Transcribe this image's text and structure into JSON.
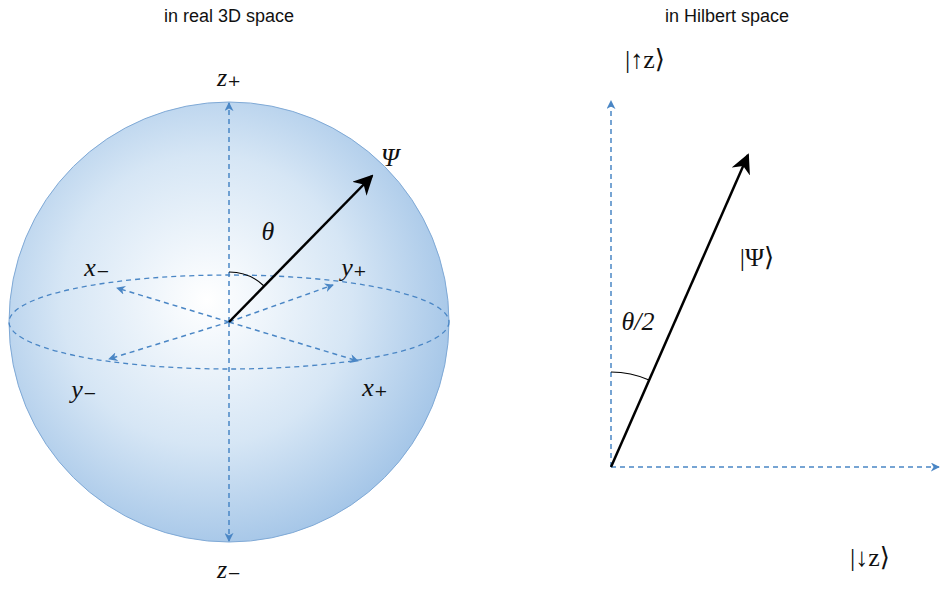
{
  "diagram": {
    "labels": [
      "in real 3D space",
      "in Hilbert space",
      "z₊",
      "z₋",
      "x₋",
      "y₊",
      "y₋",
      "x₊",
      "θ",
      "Ψ",
      "|↑z⟩",
      "|Ψ⟩",
      "θ/2",
      "|↓z⟩"
    ]
  }
}
